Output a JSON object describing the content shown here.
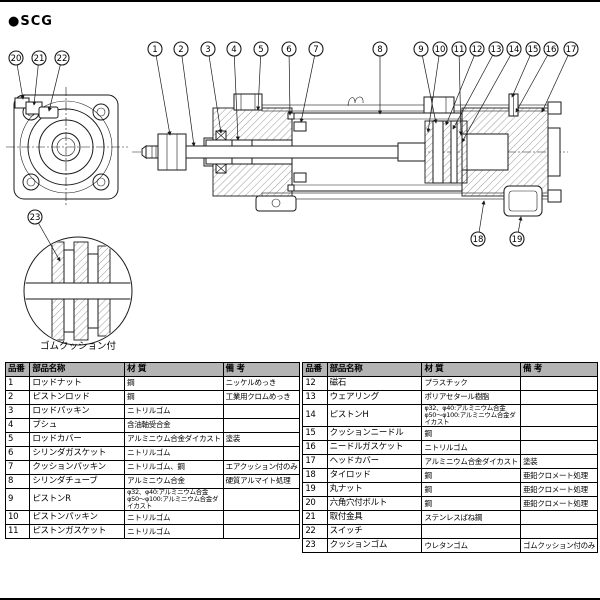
{
  "page": {
    "series_label": "●SCG",
    "detail_caption": "ゴムクッション付"
  },
  "callouts": {
    "n1": "1",
    "n2": "2",
    "n3": "3",
    "n4": "4",
    "n5": "5",
    "n6": "6",
    "n7": "7",
    "n8": "8",
    "n9": "9",
    "n10": "10",
    "n11": "11",
    "n12": "12",
    "n13": "13",
    "n14": "14",
    "n15": "15",
    "n16": "16",
    "n17": "17",
    "n18": "18",
    "n19": "19",
    "n20": "20",
    "n21": "21",
    "n22": "22",
    "n23": "23"
  },
  "table": {
    "headers": [
      "品番",
      "部品名称",
      "材 質",
      "備 考"
    ],
    "left_rows": [
      [
        "1",
        "ロッドナット",
        "鋼",
        "ニッケルめっき"
      ],
      [
        "2",
        "ピストンロッド",
        "鋼",
        "工業用クロムめっき"
      ],
      [
        "3",
        "ロッドパッキン",
        "ニトリルゴム",
        ""
      ],
      [
        "4",
        "ブシュ",
        "含油軸受合金",
        ""
      ],
      [
        "5",
        "ロッドカバー",
        "アルミニウム合金ダイカスト",
        "塗装"
      ],
      [
        "6",
        "シリンダガスケット",
        "ニトリルゴム",
        ""
      ],
      [
        "7",
        "クッションパッキン",
        "ニトリルゴム、鋼",
        "エアクッション付のみ"
      ],
      [
        "8",
        "シリンダチューブ",
        "アルミニウム合金",
        "硬質アルマイト処理"
      ],
      [
        "9",
        "ピストンR",
        "φ32、φ40:アルミニウム合金\nφ50〜φ100:アルミニウム合金ダイカスト",
        ""
      ],
      [
        "10",
        "ピストンパッキン",
        "ニトリルゴム",
        ""
      ],
      [
        "11",
        "ピストンガスケット",
        "ニトリルゴム",
        ""
      ]
    ],
    "right_rows": [
      [
        "12",
        "磁石",
        "プラスチック",
        ""
      ],
      [
        "13",
        "ウェアリング",
        "ポリアセタール樹脂",
        ""
      ],
      [
        "14",
        "ピストンH",
        "φ32、φ40:アルミニウム合金\nφ50〜φ100:アルミニウム合金ダイカスト",
        ""
      ],
      [
        "15",
        "クッションニードル",
        "鋼",
        ""
      ],
      [
        "16",
        "ニードルガスケット",
        "ニトリルゴム",
        ""
      ],
      [
        "17",
        "ヘッドカバー",
        "アルミニウム合金ダイカスト",
        "塗装"
      ],
      [
        "18",
        "タイロッド",
        "鋼",
        "亜鉛クロメート処理"
      ],
      [
        "19",
        "丸ナット",
        "鋼",
        "亜鉛クロメート処理"
      ],
      [
        "20",
        "六角穴付ボルト",
        "鋼",
        "亜鉛クロメート処理"
      ],
      [
        "21",
        "取付金具",
        "ステンレスばね鋼",
        ""
      ],
      [
        "22",
        "スイッチ",
        "",
        ""
      ],
      [
        "23",
        "クッションゴム",
        "ウレタンゴム",
        "ゴムクッション付のみ"
      ]
    ]
  }
}
